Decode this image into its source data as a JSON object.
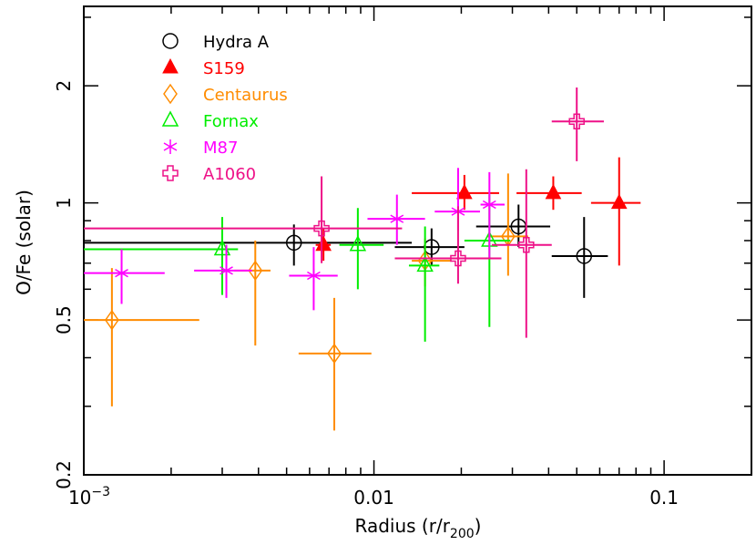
{
  "chart_data": {
    "type": "scatter",
    "xlabel": "Radius (r/r",
    "xlabel_sub": "200",
    "xlabel_close": ")",
    "ylabel": "O/Fe (solar)",
    "x_scale": "log",
    "y_scale": "log",
    "xlim": [
      0.001,
      0.2
    ],
    "ylim": [
      0.2,
      3.2
    ],
    "x_ticks": [
      {
        "value": 0.001,
        "base": "10",
        "exp": "−3"
      },
      {
        "value": 0.01,
        "label": "0.01"
      },
      {
        "value": 0.1,
        "label": "0.1"
      }
    ],
    "y_ticks": [
      {
        "value": 0.2,
        "label": "0.2"
      },
      {
        "value": 0.5,
        "label": "0.5"
      },
      {
        "value": 1,
        "label": "1"
      },
      {
        "value": 2,
        "label": "2"
      }
    ],
    "grid": false,
    "legend_position": "top-left",
    "series": [
      {
        "name": "Hydra A",
        "color": "#000000",
        "marker": "circle-open",
        "points": [
          {
            "x": 0.0053,
            "y": 0.79,
            "xerr": [
              0.001,
              0.0135
            ],
            "yerr": [
              0.69,
              0.88
            ]
          },
          {
            "x": 0.0158,
            "y": 0.77,
            "xerr": [
              0.0118,
              0.0205
            ],
            "yerr": [
              0.69,
              0.86
            ]
          },
          {
            "x": 0.0315,
            "y": 0.87,
            "xerr": [
              0.0225,
              0.0405
            ],
            "yerr": [
              0.77,
              0.99
            ]
          },
          {
            "x": 0.053,
            "y": 0.73,
            "xerr": [
              0.041,
              0.064
            ],
            "yerr": [
              0.57,
              0.92
            ]
          }
        ]
      },
      {
        "name": "S159",
        "color": "#ff0000",
        "marker": "triangle-filled",
        "points": [
          {
            "x": 0.0067,
            "y": 0.78,
            "xerr": [
              0.0063,
              0.0071
            ],
            "yerr": [
              0.71,
              0.86
            ]
          },
          {
            "x": 0.0205,
            "y": 1.06,
            "xerr": [
              0.0135,
              0.027
            ],
            "yerr": [
              0.96,
              1.18
            ]
          },
          {
            "x": 0.0415,
            "y": 1.06,
            "xerr": [
              0.031,
              0.052
            ],
            "yerr": [
              0.96,
              1.17
            ]
          },
          {
            "x": 0.07,
            "y": 1.0,
            "xerr": [
              0.056,
              0.083
            ],
            "yerr": [
              0.69,
              1.31
            ]
          }
        ]
      },
      {
        "name": "Centaurus",
        "color": "#ff8c00",
        "marker": "diamond-open",
        "points": [
          {
            "x": 0.00125,
            "y": 0.5,
            "xerr": [
              0.001,
              0.0025
            ],
            "yerr": [
              0.3,
              0.68
            ]
          },
          {
            "x": 0.0039,
            "y": 0.67,
            "xerr": [
              0.0033,
              0.0044
            ],
            "yerr": [
              0.43,
              0.8
            ]
          },
          {
            "x": 0.0073,
            "y": 0.41,
            "xerr": [
              0.0055,
              0.0098
            ],
            "yerr": [
              0.26,
              0.57
            ]
          },
          {
            "x": 0.015,
            "y": 0.71,
            "xerr": [
              0.0135,
              0.0185
            ],
            "yerr": [
              0.61,
              0.81
            ]
          },
          {
            "x": 0.029,
            "y": 0.82,
            "xerr": [
              0.0245,
              0.034
            ],
            "yerr": [
              0.65,
              1.19
            ]
          }
        ]
      },
      {
        "name": "Fornax",
        "color": "#00ee00",
        "marker": "triangle-open",
        "points": [
          {
            "x": 0.003,
            "y": 0.76,
            "xerr": [
              0.001,
              0.0034
            ],
            "yerr": [
              0.58,
              0.92
            ]
          },
          {
            "x": 0.0088,
            "y": 0.78,
            "xerr": [
              0.0076,
              0.0108
            ],
            "yerr": [
              0.6,
              0.97
            ]
          },
          {
            "x": 0.015,
            "y": 0.69,
            "xerr": [
              0.0132,
              0.0168
            ],
            "yerr": [
              0.44,
              0.87
            ]
          },
          {
            "x": 0.025,
            "y": 0.8,
            "xerr": [
              0.0205,
              0.0295
            ],
            "yerr": [
              0.48,
              1.05
            ]
          }
        ]
      },
      {
        "name": "M87",
        "color": "#ff00ff",
        "marker": "asterisk",
        "points": [
          {
            "x": 0.00135,
            "y": 0.66,
            "xerr": [
              0.001,
              0.0019
            ],
            "yerr": [
              0.55,
              0.76
            ]
          },
          {
            "x": 0.0031,
            "y": 0.67,
            "xerr": [
              0.0024,
              0.0038
            ],
            "yerr": [
              0.57,
              0.78
            ]
          },
          {
            "x": 0.0062,
            "y": 0.65,
            "xerr": [
              0.0051,
              0.0075
            ],
            "yerr": [
              0.53,
              0.77
            ]
          },
          {
            "x": 0.012,
            "y": 0.91,
            "xerr": [
              0.0095,
              0.015
            ],
            "yerr": [
              0.78,
              1.05
            ]
          },
          {
            "x": 0.0195,
            "y": 0.95,
            "xerr": [
              0.0162,
              0.0232
            ],
            "yerr": [
              0.85,
              1.23
            ]
          },
          {
            "x": 0.025,
            "y": 0.99,
            "xerr": [
              0.0233,
              0.0282
            ],
            "yerr": [
              0.72,
              1.2
            ]
          }
        ]
      },
      {
        "name": "A1060",
        "color": "#ee1188",
        "marker": "cross-open",
        "points": [
          {
            "x": 0.0066,
            "y": 0.86,
            "xerr": [
              0.001,
              0.0125
            ],
            "yerr": [
              0.7,
              1.17
            ]
          },
          {
            "x": 0.0195,
            "y": 0.72,
            "xerr": [
              0.0118,
              0.0275
            ],
            "yerr": [
              0.62,
              0.98
            ]
          },
          {
            "x": 0.0335,
            "y": 0.78,
            "xerr": [
              0.0255,
              0.041
            ],
            "yerr": [
              0.45,
              1.22
            ]
          },
          {
            "x": 0.05,
            "y": 1.62,
            "xerr": [
              0.041,
              0.062
            ],
            "yerr": [
              1.28,
              1.98
            ]
          }
        ]
      }
    ]
  }
}
